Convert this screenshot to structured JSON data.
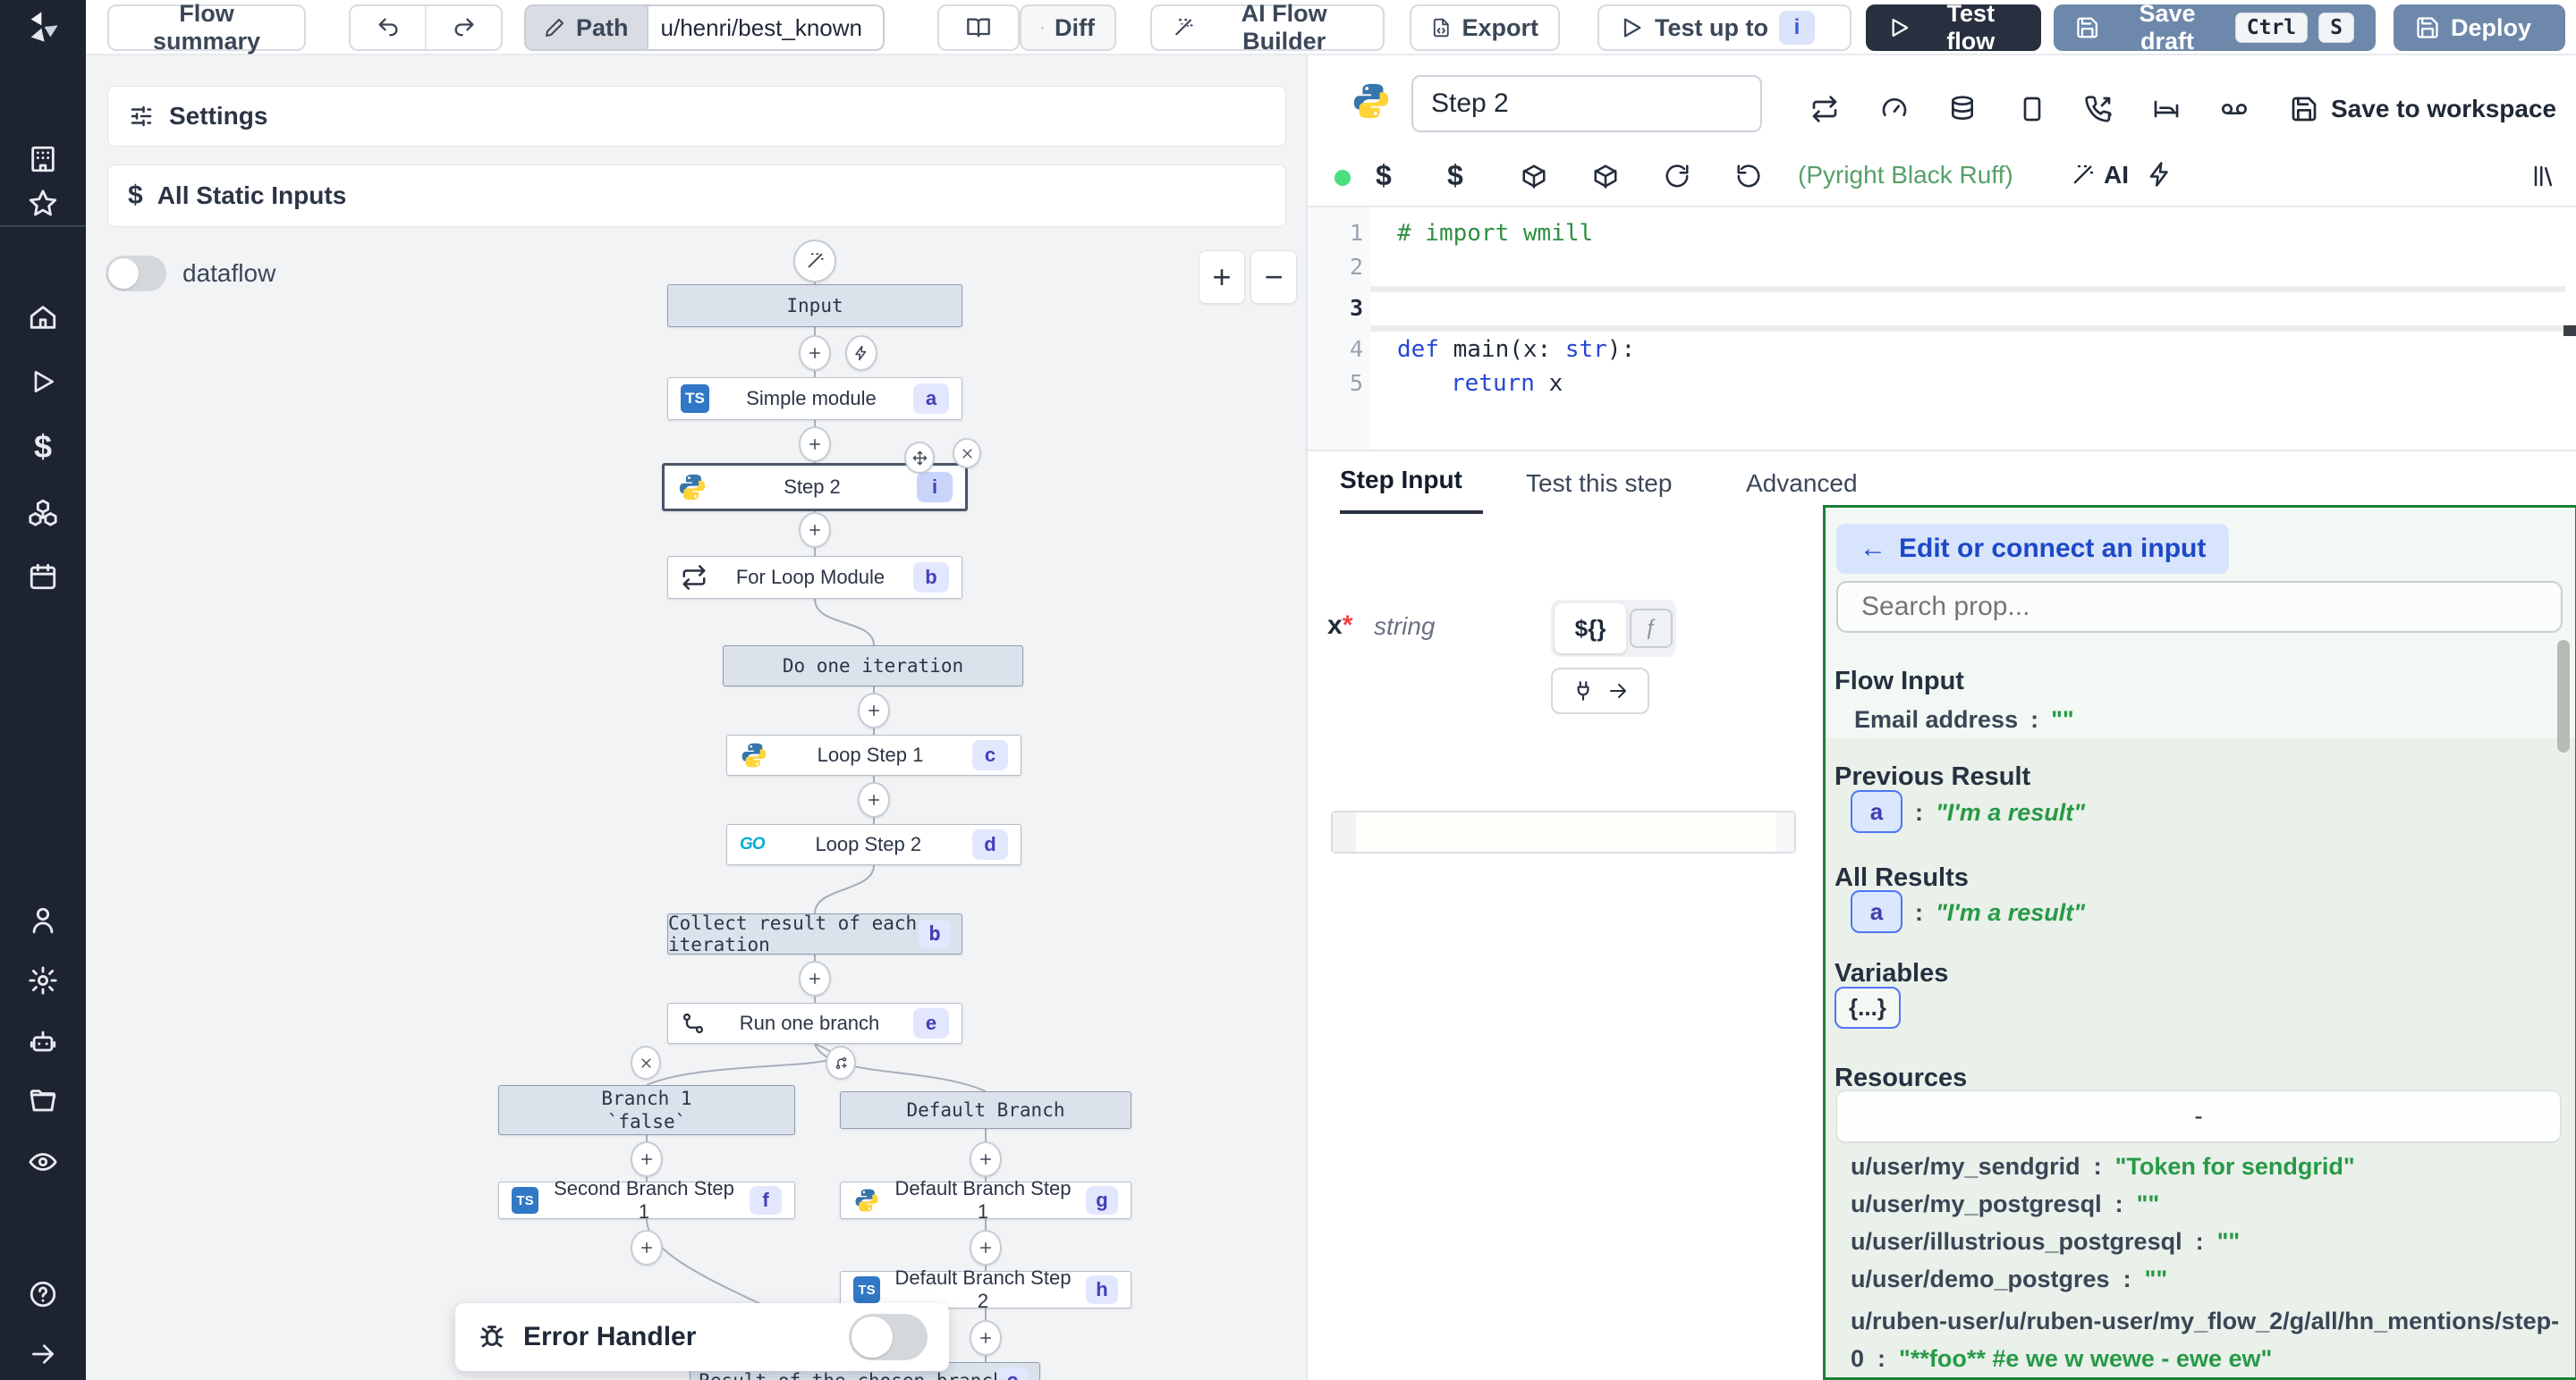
{
  "topbar": {
    "flow_summary": "Flow summary",
    "path_label": "Path",
    "path_value": "u/henri/best_known",
    "diff": "Diff",
    "ai_flow_builder": "AI Flow Builder",
    "export": "Export",
    "test_up_to": "Test up to",
    "test_up_to_badge": "i",
    "test_flow": "Test flow",
    "save_draft": "Save draft",
    "kbd_ctrl": "Ctrl",
    "kbd_s": "S",
    "deploy": "Deploy"
  },
  "canvas": {
    "settings_label": "Settings",
    "static_inputs_label": "All Static Inputs",
    "dataflow_label": "dataflow",
    "zoom_in": "+",
    "zoom_out": "−",
    "error_handler_label": "Error Handler",
    "nodes": {
      "input": {
        "label": "Input"
      },
      "simple_module": {
        "label": "Simple module",
        "badge": "a"
      },
      "step2": {
        "label": "Step 2",
        "badge": "i"
      },
      "for_loop": {
        "label": "For Loop Module",
        "badge": "b"
      },
      "do_one_iteration": {
        "label": "Do one iteration"
      },
      "loop_step1": {
        "label": "Loop Step 1",
        "badge": "c"
      },
      "loop_step2": {
        "label": "Loop Step 2",
        "badge": "d"
      },
      "collect": {
        "label": "Collect result of each iteration",
        "badge": "b"
      },
      "run_one_branch": {
        "label": "Run one branch",
        "badge": "e"
      },
      "branch1": {
        "label": "Branch 1",
        "sub": "`false`"
      },
      "default_branch": {
        "label": "Default Branch"
      },
      "second_branch_step1": {
        "label": "Second Branch Step 1",
        "badge": "f"
      },
      "default_branch_step1": {
        "label": "Default Branch Step 1",
        "badge": "g"
      },
      "default_branch_step2": {
        "label": "Default Branch Step 2",
        "badge": "h"
      },
      "result": {
        "label": "Result of the chosen branch",
        "badge": "e"
      },
      "ts_icon_text": "TS",
      "go_icon_text": "GO"
    }
  },
  "editor": {
    "step_name": "Step 2",
    "save_to_workspace": "Save to workspace",
    "assistants": "(Pyright Black Ruff)",
    "ai_label": "AI",
    "gutter": [
      "1",
      "2",
      "3",
      "4",
      "5"
    ],
    "code": {
      "l1": "# import wmill",
      "l4_kw": "def",
      "l4_name": " main(",
      "l4_arg": "x",
      "l4_colon": ": ",
      "l4_type": "str",
      "l4_close": "):",
      "l5_kw": "return",
      "l5_rest": " x"
    }
  },
  "tabs": {
    "step_input": "Step Input",
    "test_this_step": "Test this step",
    "advanced": "Advanced"
  },
  "step_input": {
    "arg_name": "x",
    "required_mark": "*",
    "arg_type": "string",
    "expr_toggle": "${}",
    "fn_toggle": "ƒ"
  },
  "connect": {
    "back_arrow": "←",
    "back_label": "Edit or connect an input",
    "search_placeholder": "Search prop...",
    "flow_input_title": "Flow Input",
    "email_key": "Email address",
    "colon": ":",
    "empty_value": "\"\"",
    "prev_title": "Previous Result",
    "prev_badge": "a",
    "result_value": "\"I'm a result\"",
    "all_title": "All Results",
    "all_badge": "a",
    "variables_title": "Variables",
    "variables_badge": "{...}",
    "resources_title": "Resources",
    "select_value": "-",
    "items": [
      {
        "key": "u/user/my_sendgrid",
        "value": "\"Token for sendgrid\""
      },
      {
        "key": "u/user/my_postgresql",
        "value": "\"\""
      },
      {
        "key": "u/user/illustrious_postgresql",
        "value": "\"\""
      },
      {
        "key": "u/user/demo_postgres",
        "value": "\"\""
      },
      {
        "key": "u/ruben-user/u/ruben-user/my_flow_2/g/all/hn_mentions/step-0",
        "value": "\"**foo** #e we w wewe - ewe ew\""
      }
    ]
  },
  "colors": {
    "accent_blue": "#3b5bdb",
    "value_green": "#279a47",
    "panel_border_green": "#1a7f37",
    "badge_bg": "#e2e7fd",
    "test_flow_bg": "#28303f",
    "save_deploy_bg": "#6d88aa",
    "python_blue": "#3776ab",
    "python_yellow": "#ffd43b",
    "ts_blue": "#3178c6",
    "go_cyan": "#00acd7",
    "status_dot_green": "#4ade80"
  }
}
